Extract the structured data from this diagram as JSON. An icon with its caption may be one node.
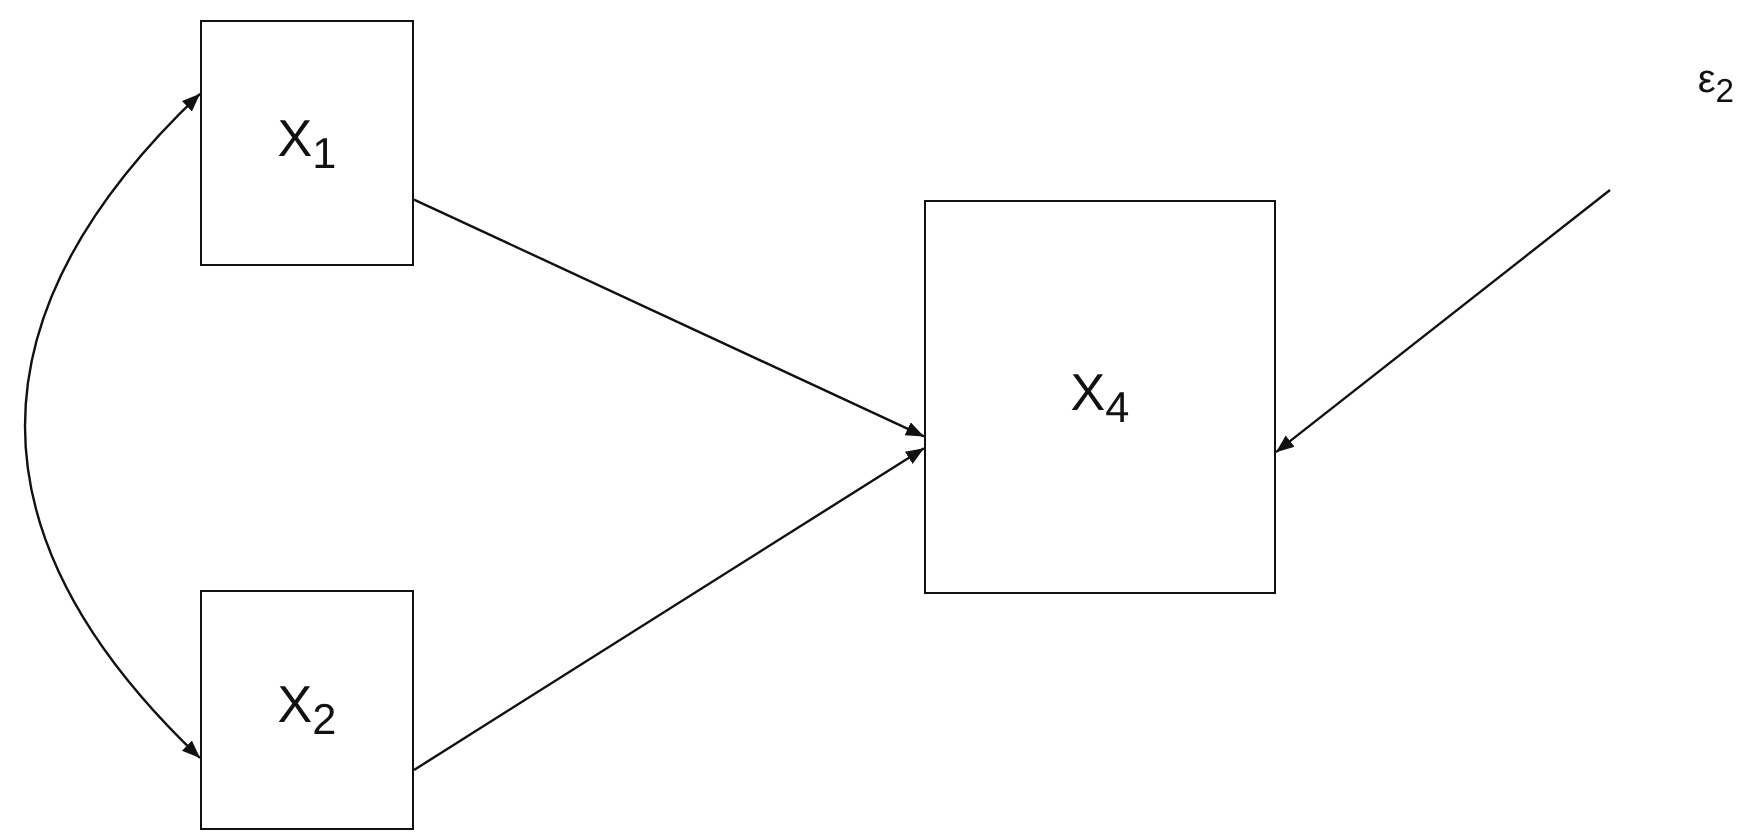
{
  "diagram": {
    "nodes": [
      {
        "text": [
          "X$_{1}$"
        ]
      },
      {
        "text": [
          "X$_{2}$"
        ]
      },
      {
        "text": [
          "X$_{4}$"
        ]
      },
      {
        "text": [
          "ε$_{2}$"
        ]
      }
    ],
    "edges": [
      {
        "from": 0,
        "to": 2,
        "arrow": "to"
      },
      {
        "from": 1,
        "to": 2,
        "arrow": "to"
      },
      {
        "from": 3,
        "to": 2,
        "arrow": "to"
      },
      {
        "from": 0,
        "to": 1,
        "arrow": "both"
      }
    ]
  }
}
